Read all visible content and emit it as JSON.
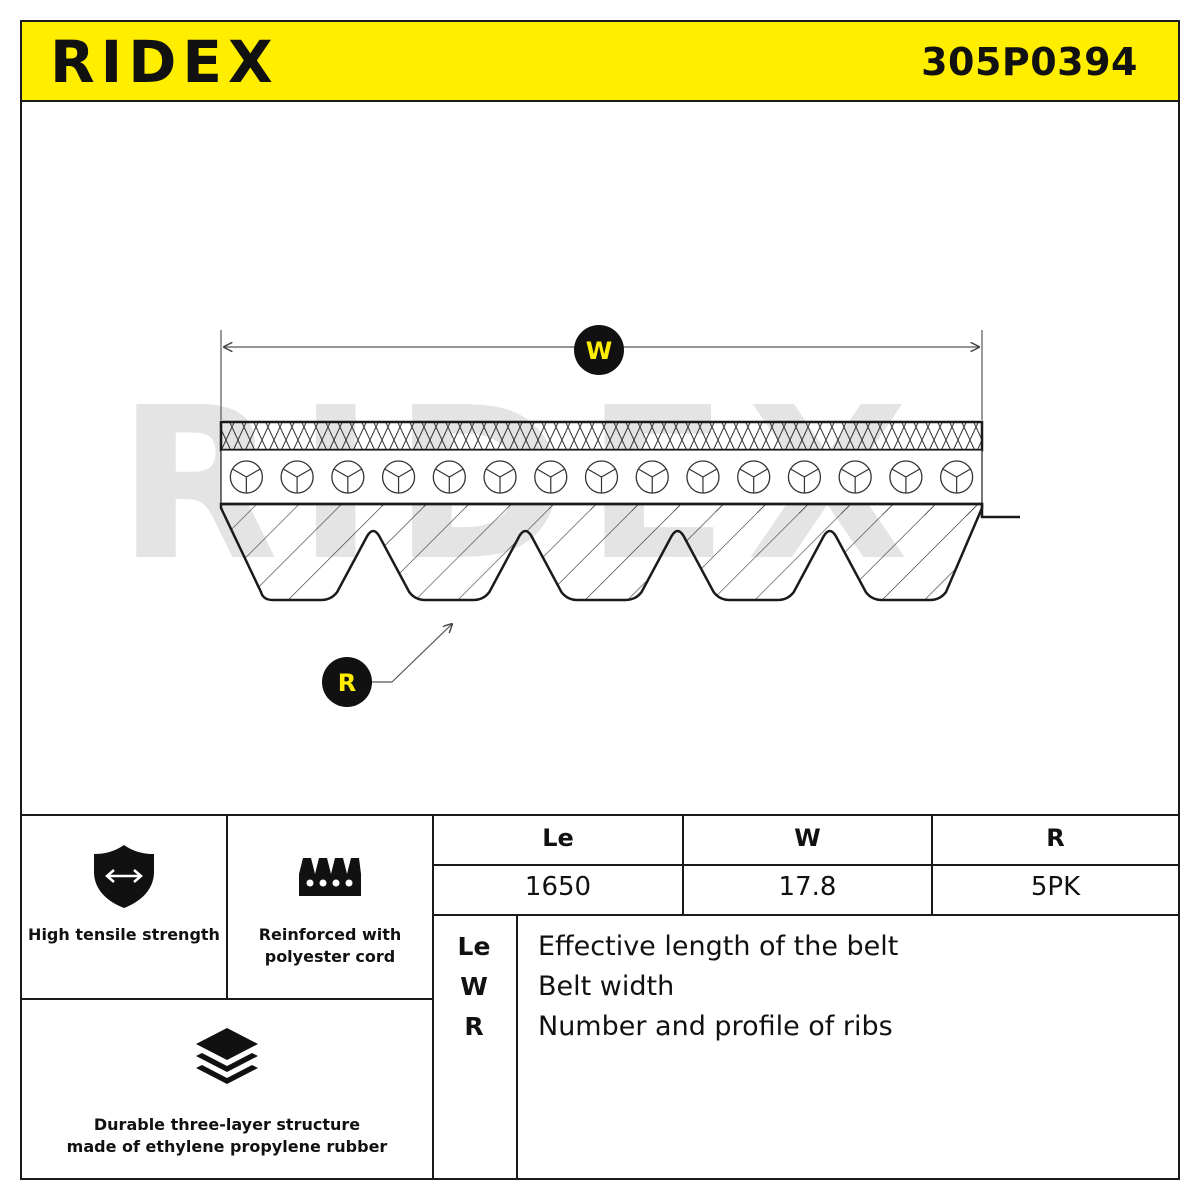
{
  "header": {
    "brand": "RIDEX",
    "part_number": "305P0394",
    "background_color": "#ffee00"
  },
  "drawing": {
    "watermark": "RIDEX",
    "callout_width_label": "W",
    "callout_rib_label": "R",
    "rib_count": 5,
    "cord_count": 15
  },
  "features": [
    {
      "icon": "shield-arrows-icon",
      "label": "High tensile strength"
    },
    {
      "icon": "cord-ribs-icon",
      "label_line1": "Reinforced with",
      "label_line2": "polyester cord"
    },
    {
      "icon": "layers-icon",
      "label_line1": "Durable three-layer structure",
      "label_line2": "made of ethylene propylene rubber"
    }
  ],
  "dimensions": {
    "headers": [
      "Le",
      "W",
      "R"
    ],
    "values": [
      "1650",
      "17.8",
      "5PK"
    ]
  },
  "legend": [
    {
      "key": "Le",
      "text": "Effective length of the belt"
    },
    {
      "key": "W",
      "text": "Belt width"
    },
    {
      "key": "R",
      "text": "Number and profile of ribs"
    }
  ]
}
